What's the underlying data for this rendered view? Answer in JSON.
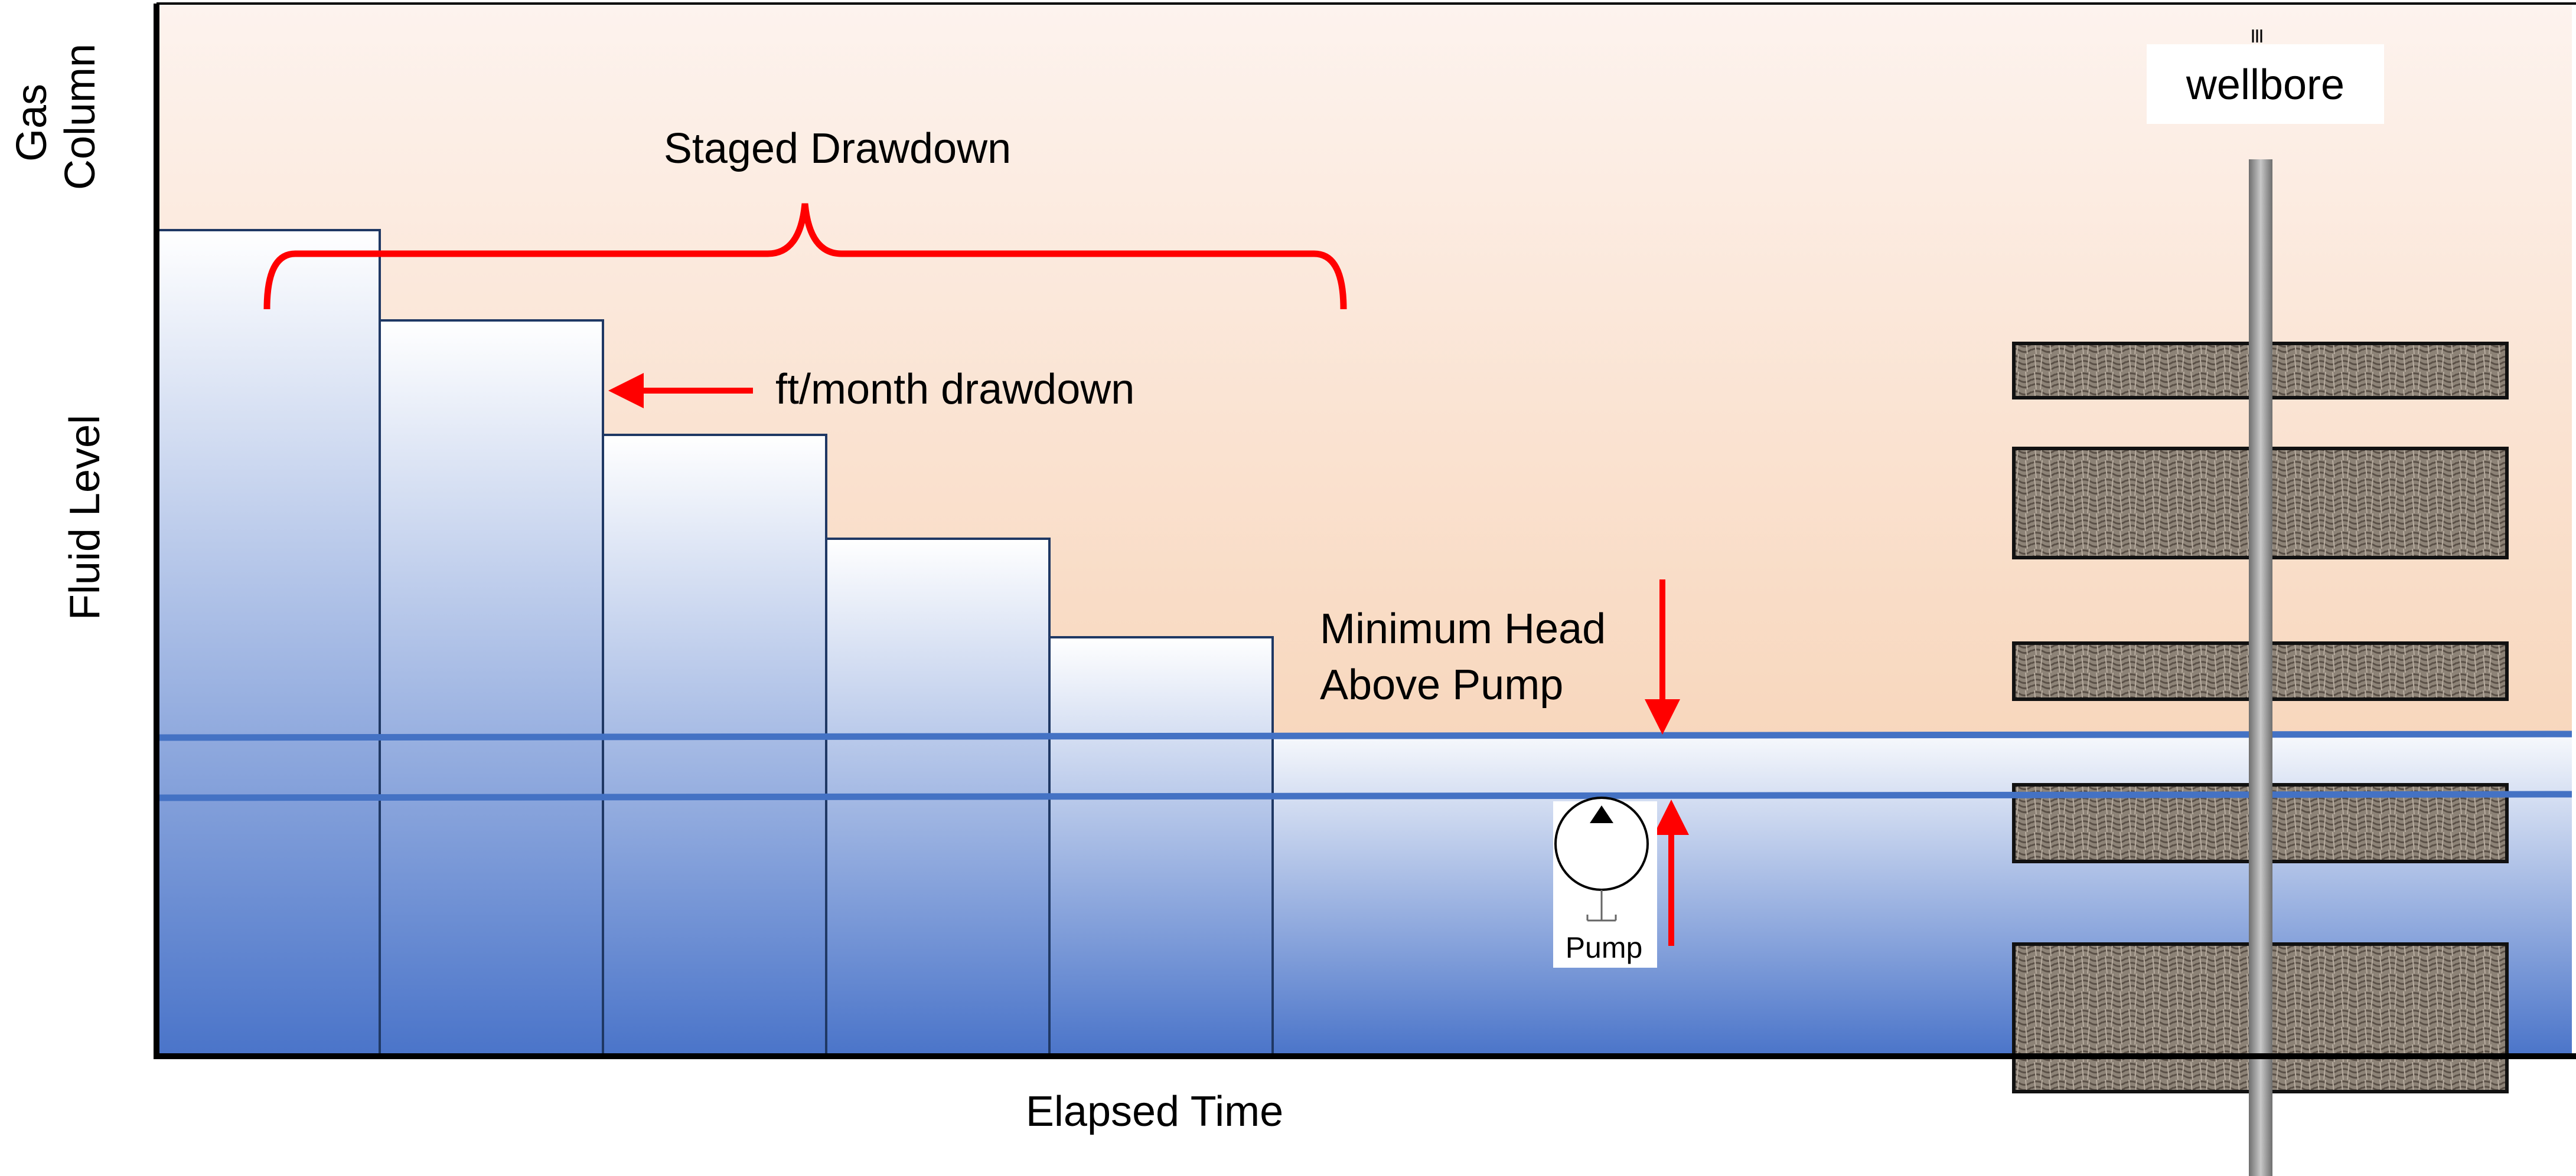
{
  "labels": {
    "gas_column": [
      "Gas",
      "Column"
    ],
    "fluid_level": "Fluid Level",
    "staged_drawdown": "Staged Drawdown",
    "ft_month_drawdown": "ft/month drawdown",
    "minimum_head": [
      "Minimum Head",
      "Above Pump"
    ],
    "elapsed_time": "Elapsed Time",
    "pump": "Pump",
    "wellbore": "wellbore"
  },
  "colors": {
    "annotation_red": "#ff0000",
    "level_line_blue": "#4472c4",
    "fluid_blue": "#4472c4",
    "gas_peach": "#f8d9c2",
    "axis_black": "#000000",
    "step_outline": "#1f3864",
    "rock": "#8a8074",
    "wellbore_gray": "#8c8c8c"
  },
  "icons": [
    "pump-icon",
    "reservoir-rock-layer",
    "wellbore-pipe"
  ]
}
